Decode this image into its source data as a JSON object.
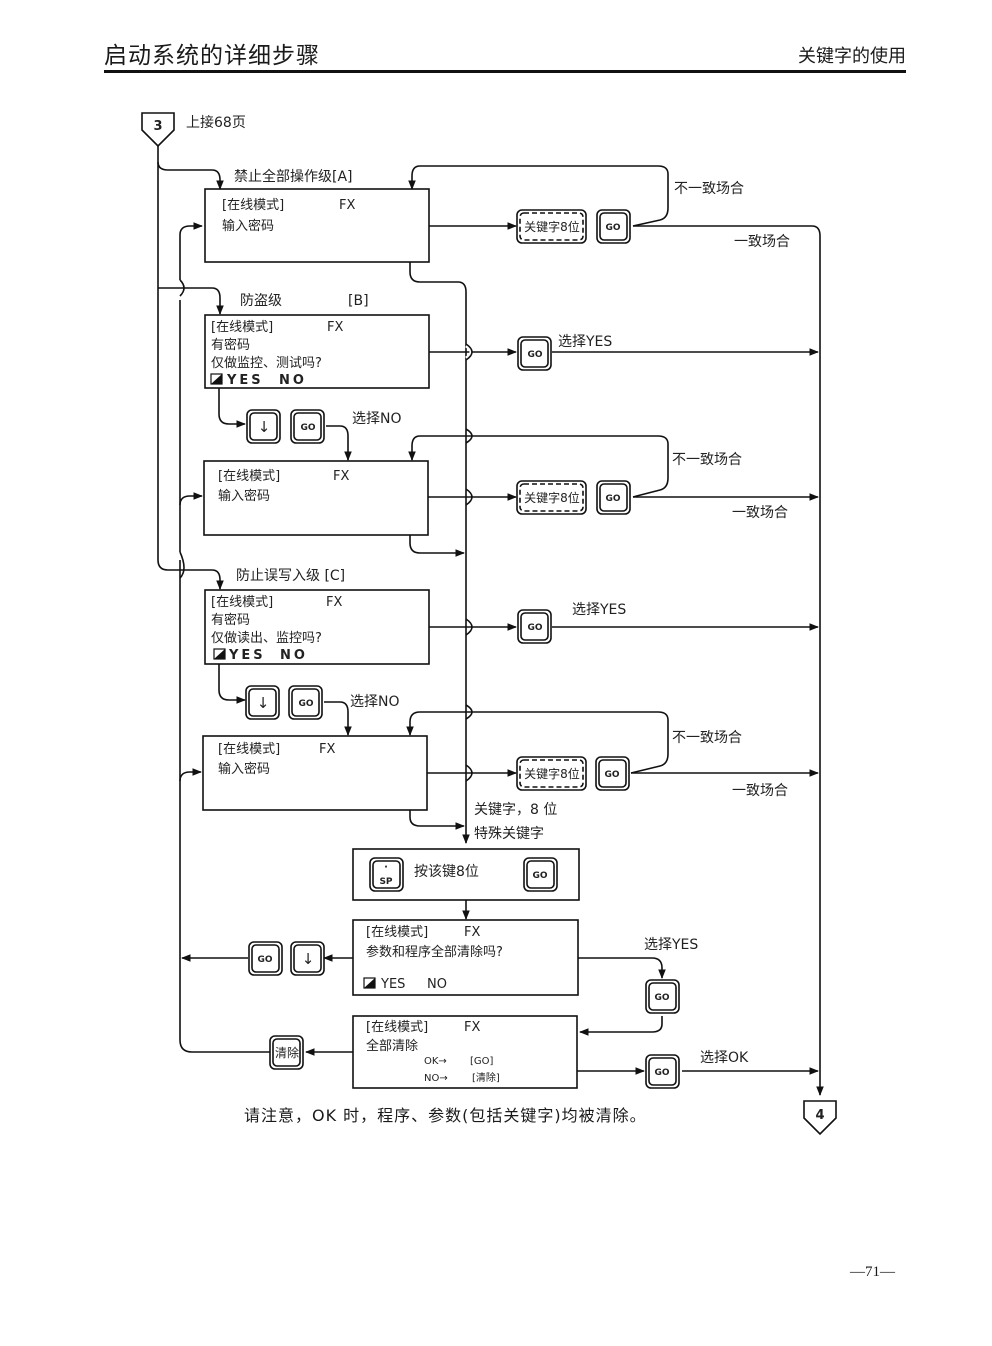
{
  "header": {
    "section_title": "启动系统的详细步骤",
    "topic": "关键字的使用"
  },
  "connectors": {
    "start": {
      "label": "3",
      "note": "上接68页"
    },
    "end": {
      "label": "4"
    }
  },
  "levels": {
    "a": {
      "title": "禁止全部操作级[A]"
    },
    "b": {
      "title": "防盗级",
      "tag": "[B]"
    },
    "c": {
      "title": "防止误写入级 [C]"
    }
  },
  "screens": {
    "mode": "[在线模式]",
    "model": "FX",
    "enter_password": "输入密码",
    "has_password": "有密码",
    "b_question": "仅做监控、测试吗?",
    "c_question": "仅做读出、监控吗?",
    "yes": "YES",
    "no": "NO",
    "clear_question": "参数和程序全部清除吗?",
    "clear_all": "全部清除",
    "ok_arrow": "OK→",
    "ok_key": "[GO]",
    "no_arrow": "NO→",
    "no_key": "[清除]"
  },
  "keys": {
    "go": "GO",
    "down": "↓",
    "keyword8": "关键字8位",
    "sp_dot": "·",
    "sp": "SP",
    "clear": "清除"
  },
  "labels": {
    "mismatch": "不一致场合",
    "match": "一致场合",
    "select_yes": "选择YES",
    "select_no": "选择NO",
    "select_ok": "选择OK",
    "keyword_8": "关键字，8 位",
    "special_keyword": "特殊关键字",
    "press_8": "按该键8位"
  },
  "footer": {
    "note": "请注意，OK 时，程序、参数(包括关键字)均被清除。",
    "page_number": "—71—"
  }
}
